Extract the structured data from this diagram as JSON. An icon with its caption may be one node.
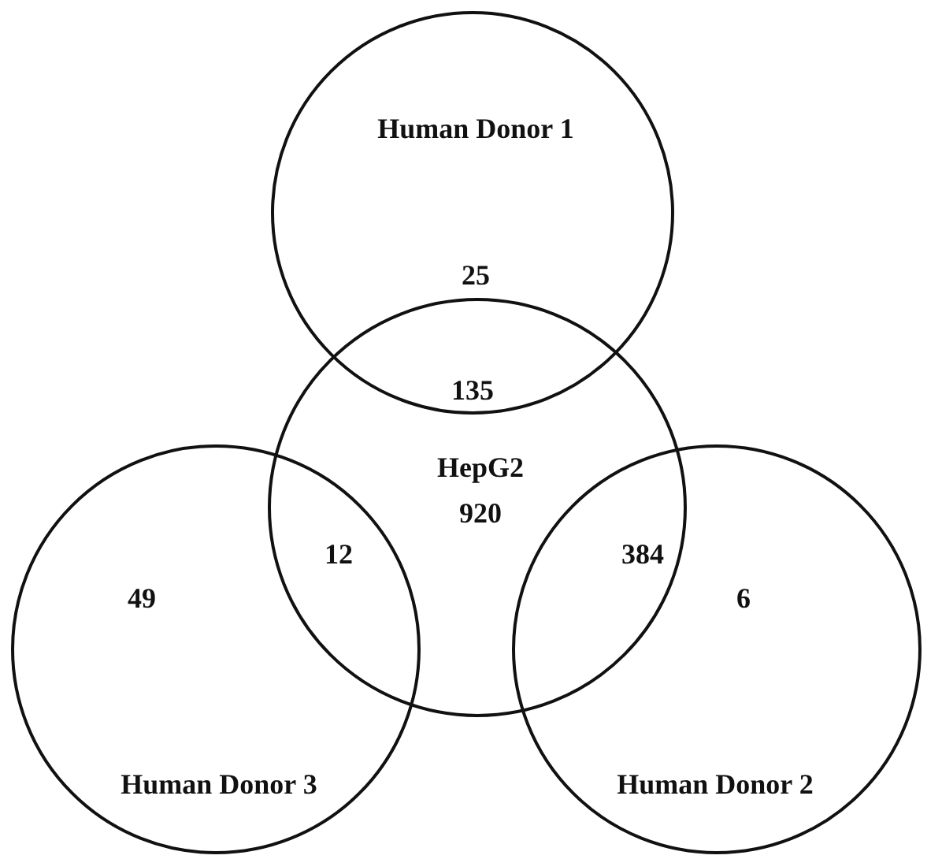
{
  "diagram": {
    "nodes": [
      {
        "text": [
          "Human Donor 1",
          "25"
        ]
      },
      {
        "text": [
          "HepG2",
          "920"
        ]
      },
      {
        "text": [
          "49",
          "Human Donor 3"
        ]
      },
      {
        "text": [
          "6",
          "Human Donor 2"
        ]
      }
    ],
    "labels": [
      "135",
      "12",
      "384"
    ]
  }
}
